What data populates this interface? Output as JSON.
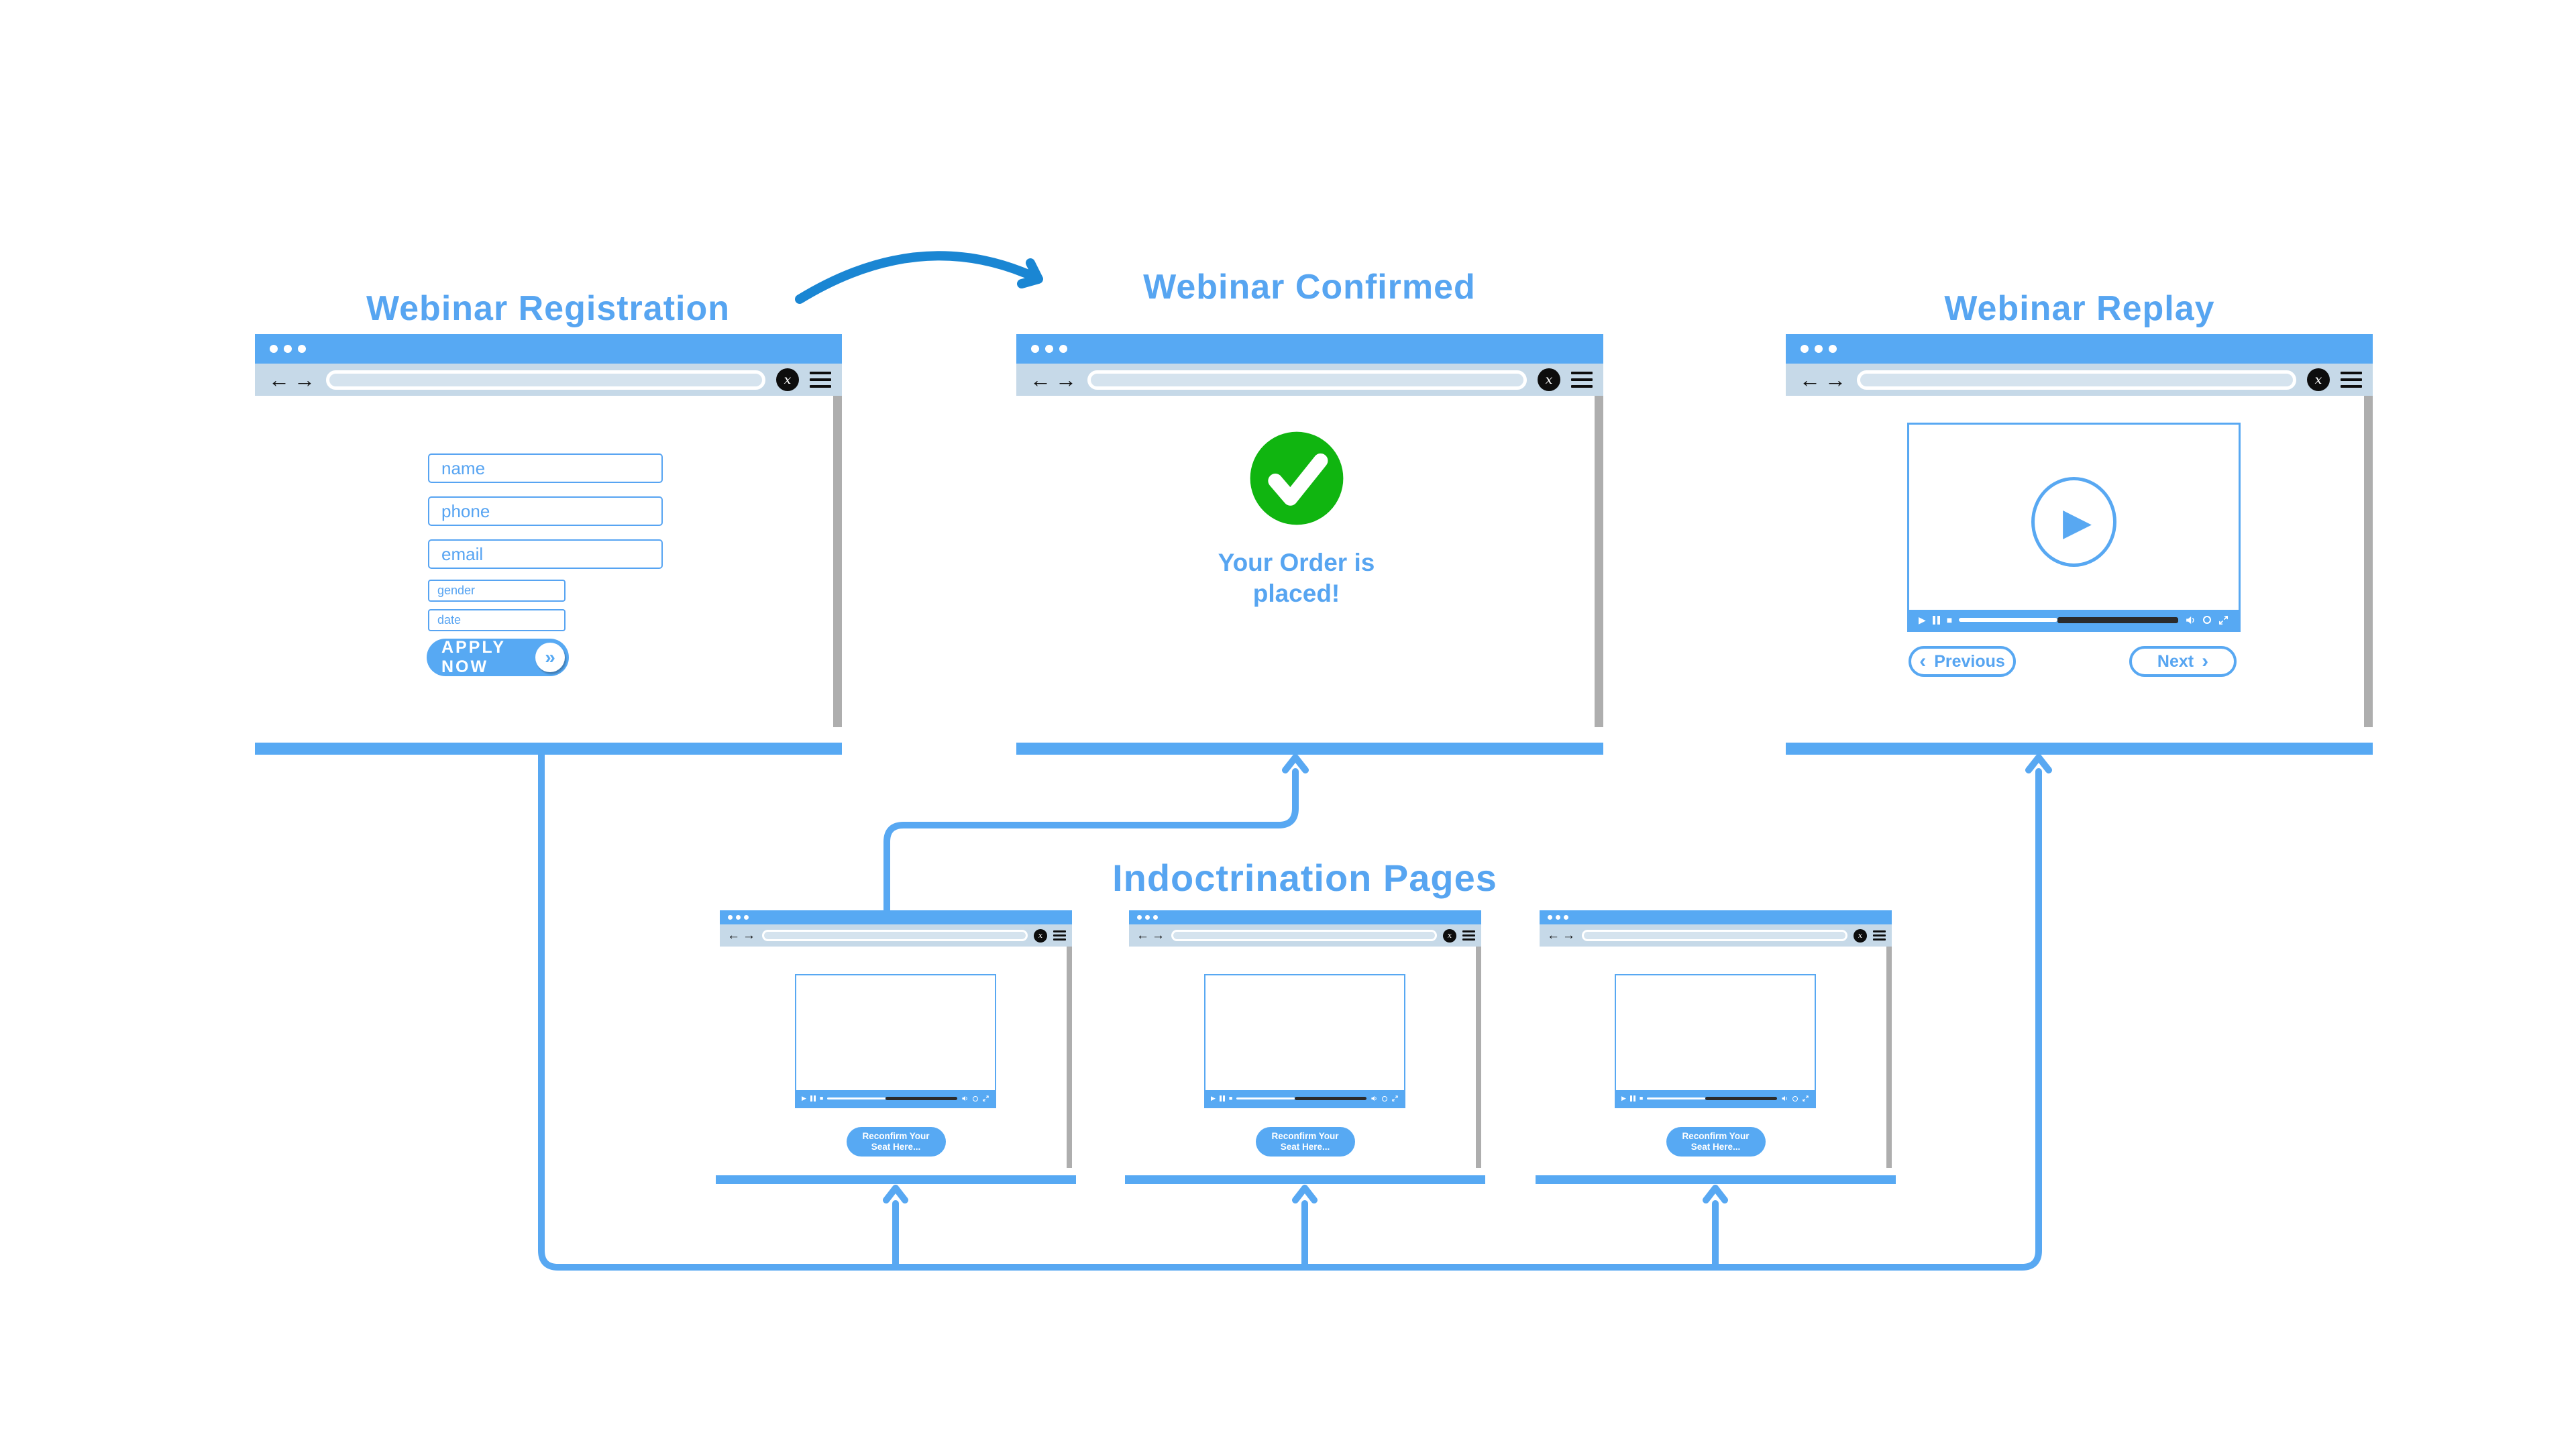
{
  "headings": {
    "registration": "Webinar Registration",
    "confirmed": "Webinar Confirmed",
    "replay": "Webinar Replay",
    "indoctrination": "Indoctrination Pages"
  },
  "browser_chrome": {
    "back_icon": "←",
    "forward_icon": "→",
    "close_icon": "x"
  },
  "registration": {
    "fields": {
      "name": "name",
      "phone": "phone",
      "email": "email",
      "gender": "gender",
      "date": "date"
    },
    "apply_label": "APPLY NOW",
    "apply_chevron": "»"
  },
  "confirmed": {
    "message_line1": "Your Order is",
    "message_line2": "placed!"
  },
  "replay": {
    "previous_label": "Previous",
    "next_label": "Next",
    "prev_chevron": "‹",
    "next_chevron": "›"
  },
  "indoctrination": {
    "pill_line1": "Reconfirm Your",
    "pill_line2": "Seat Here..."
  },
  "player": {
    "play_icon": "▶",
    "stop_icon": "■"
  },
  "flow": {
    "connections": [
      "Webinar Registration → Webinar Confirmed (curved arrow)",
      "Webinar Registration → bottom rail → three Indoctrination Pages",
      "First Indoctrination Page → Webinar Confirmed",
      "Bottom rail → Webinar Replay"
    ]
  },
  "colors": {
    "chrome_blue": "#57a9f3",
    "toolbar_gray_blue": "#c6d9e8",
    "heading_blue": "#57a5f1",
    "connector_blue": "#58a8f2",
    "dark_arrow_blue": "#1a86d3",
    "success_green": "#10b510",
    "scrollbar_gray": "#aeaeae"
  }
}
